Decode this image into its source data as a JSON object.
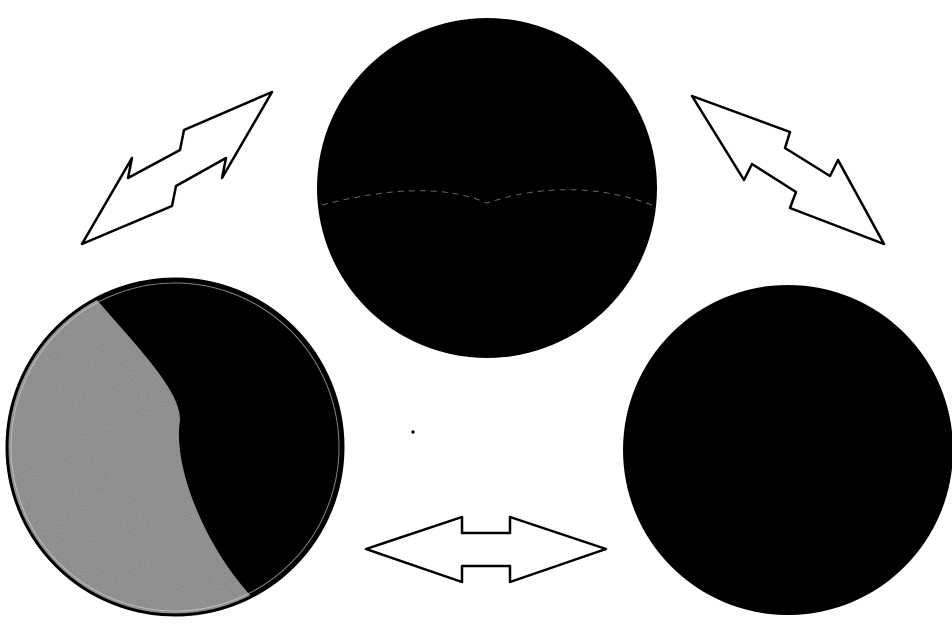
{
  "diagram": {
    "nodes": [
      {
        "id": "top",
        "fill": "#000000"
      },
      {
        "id": "left",
        "fill": "#000000",
        "shaded_fill": "#9a9a9a"
      },
      {
        "id": "right",
        "fill": "#000000"
      }
    ],
    "arrows": [
      {
        "between": [
          "top",
          "left"
        ],
        "style": "double-headed"
      },
      {
        "between": [
          "top",
          "right"
        ],
        "style": "double-headed"
      },
      {
        "between": [
          "left",
          "right"
        ],
        "style": "double-headed"
      }
    ],
    "colors": {
      "background": "#ffffff",
      "disc": "#000000",
      "arrow_outline": "#000000",
      "texture": "#9a9a9a"
    }
  }
}
